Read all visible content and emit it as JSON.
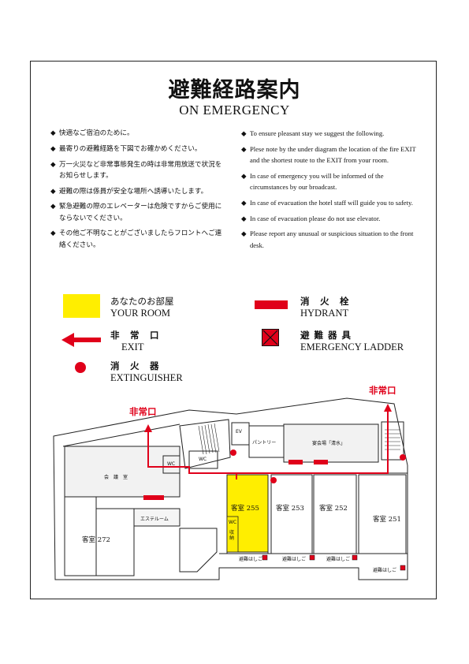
{
  "title": "避難経路案内",
  "subtitle": "ON EMERGENCY",
  "instructions_jp": [
    "快適なご宿泊のために。",
    "最寄りの避難経路を下図でお確かめください。",
    "万一火災など非常事態発生の時は非常用放送で状況をお知らせします。",
    "避難の際は係員が安全な場所へ誘導いたします。",
    "緊急避難の際のエレベーターは危険ですからご使用にならないでください。",
    "その他ご不明なことがございましたらフロントへご連絡ください。"
  ],
  "instructions_en": [
    "To ensure pleasant stay we suggest the following.",
    "Plese note by the under diagram the location of the fire EXIT and the shortest route to the EXIT from your room.",
    "In case of emergency you will be informed of the circumstances by our broadcast.",
    "In case of evacuation the hotel staff will guide you to safety.",
    "In case of evacuation please do not use elevator.",
    "Please report any unusual or suspicious situation to the front desk."
  ],
  "bullet": "◆",
  "legend": {
    "your_room": {
      "jp": "あなたのお部屋",
      "en": "YOUR ROOM",
      "color": "#ffee00"
    },
    "hydrant": {
      "jp": "消　火　栓",
      "en": "HYDRANT",
      "color": "#e0001a"
    },
    "exit": {
      "jp": "非　常　口",
      "en": "EXIT",
      "color": "#e0001a"
    },
    "ladder": {
      "jp": "避 難 器 具",
      "en": "EMERGENCY LADDER",
      "color": "#e0001a"
    },
    "extinguisher": {
      "jp": "消　火　器",
      "en": "EXTINGUISHER",
      "color": "#e0001a"
    }
  },
  "map": {
    "exit_left": "非常口",
    "exit_right": "非常口",
    "ev": "EV",
    "pantry": "パントリー",
    "banquet": "宴会場「清水」",
    "wc_upper": "WC",
    "wc_left": "WC",
    "wc_room": "WC",
    "conference": "会　議　室",
    "esthetic": "エステルーム",
    "storage": "収納",
    "rooms": [
      {
        "label": "客室 255",
        "highlighted": true
      },
      {
        "label": "客室 253",
        "highlighted": false
      },
      {
        "label": "客室 252",
        "highlighted": false
      },
      {
        "label": "客室 251",
        "highlighted": false
      },
      {
        "label": "客室 272",
        "highlighted": false
      }
    ],
    "ladder_labels": [
      "避難はしご",
      "避難はしご",
      "避難はしご",
      "避難はしご"
    ]
  }
}
